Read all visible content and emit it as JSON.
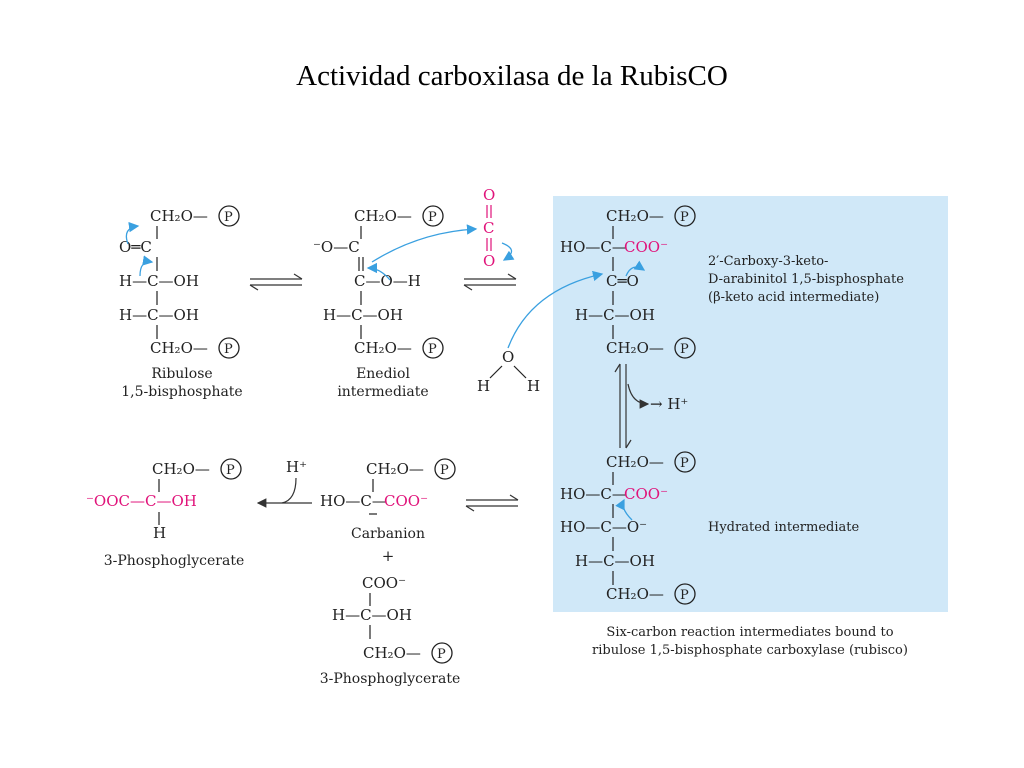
{
  "slide": {
    "title": "Actividad carboxilasa de la RubisCO"
  },
  "colors": {
    "highlight_box": "#d0e8f8",
    "co2_magenta": "#e0137a",
    "arrow_blue": "#3aa0e0",
    "text": "#222222"
  },
  "molecules": {
    "ribulose": {
      "ch2o_top": "CH₂O—",
      "o_eq": "O═C",
      "h_c_oh_1": "H—C—OH",
      "h_c_oh_2": "H—C—OH",
      "ch2o_bottom": "CH₂O—",
      "name_line1": "Ribulose",
      "name_line2": "1,5-bisphosphate"
    },
    "enediol": {
      "ch2o_top": "CH₂O—",
      "o_minus": "⁻O—C",
      "c_o_h": "C—O—H",
      "h_c_oh": "H—C—OH",
      "ch2o_bottom": "CH₂O—",
      "name_line1": "Enediol",
      "name_line2": "intermediate"
    },
    "co2": {
      "o_top": "O",
      "c_mid": "C",
      "o_bottom": "O"
    },
    "water": {
      "o": "O",
      "h_left": "H",
      "h_right": "H"
    },
    "keto_acid": {
      "ch2o_top": "CH₂O—",
      "ho_c": "HO—C—",
      "coo": "COO⁻",
      "c_eq_o": "C═O",
      "h_c_oh": "H—C—OH",
      "ch2o_bottom": "CH₂O—",
      "label_line1": "2′-Carboxy-3-keto-",
      "label_line2": "D-arabinitol 1,5-bisphosphate",
      "label_line3": "(β-keto acid intermediate)"
    },
    "hydrated": {
      "ch2o_top": "CH₂O—",
      "ho_c_1": "HO—C—",
      "coo": "COO⁻",
      "ho_c_2": "HO—C—O⁻",
      "h_c_oh": "H—C—OH",
      "ch2o_bottom": "CH₂O—",
      "label": "Hydrated intermediate"
    },
    "carbanion": {
      "ch2o_top": "CH₂O—",
      "ho_c": "HO—C—",
      "coo": "COO⁻",
      "name": "Carbanion",
      "plus": "+"
    },
    "pga_left": {
      "ch2o_top": "CH₂O—",
      "ooc": "⁻OOC—C—OH",
      "h_bottom": "H",
      "name": "3-Phosphoglycerate"
    },
    "pga_bottom": {
      "coo_top": "COO⁻",
      "h_c_oh": "H—C—OH",
      "ch2o_bottom": "CH₂O—",
      "name": "3-Phosphoglycerate"
    }
  },
  "labels": {
    "phosphate": "P",
    "proton_release": "→ H⁺",
    "proton_gain": "H⁺",
    "box_caption_line1": "Six-carbon reaction intermediates bound to",
    "box_caption_line2": "ribulose 1,5-bisphosphate carboxylase (rubisco)"
  }
}
